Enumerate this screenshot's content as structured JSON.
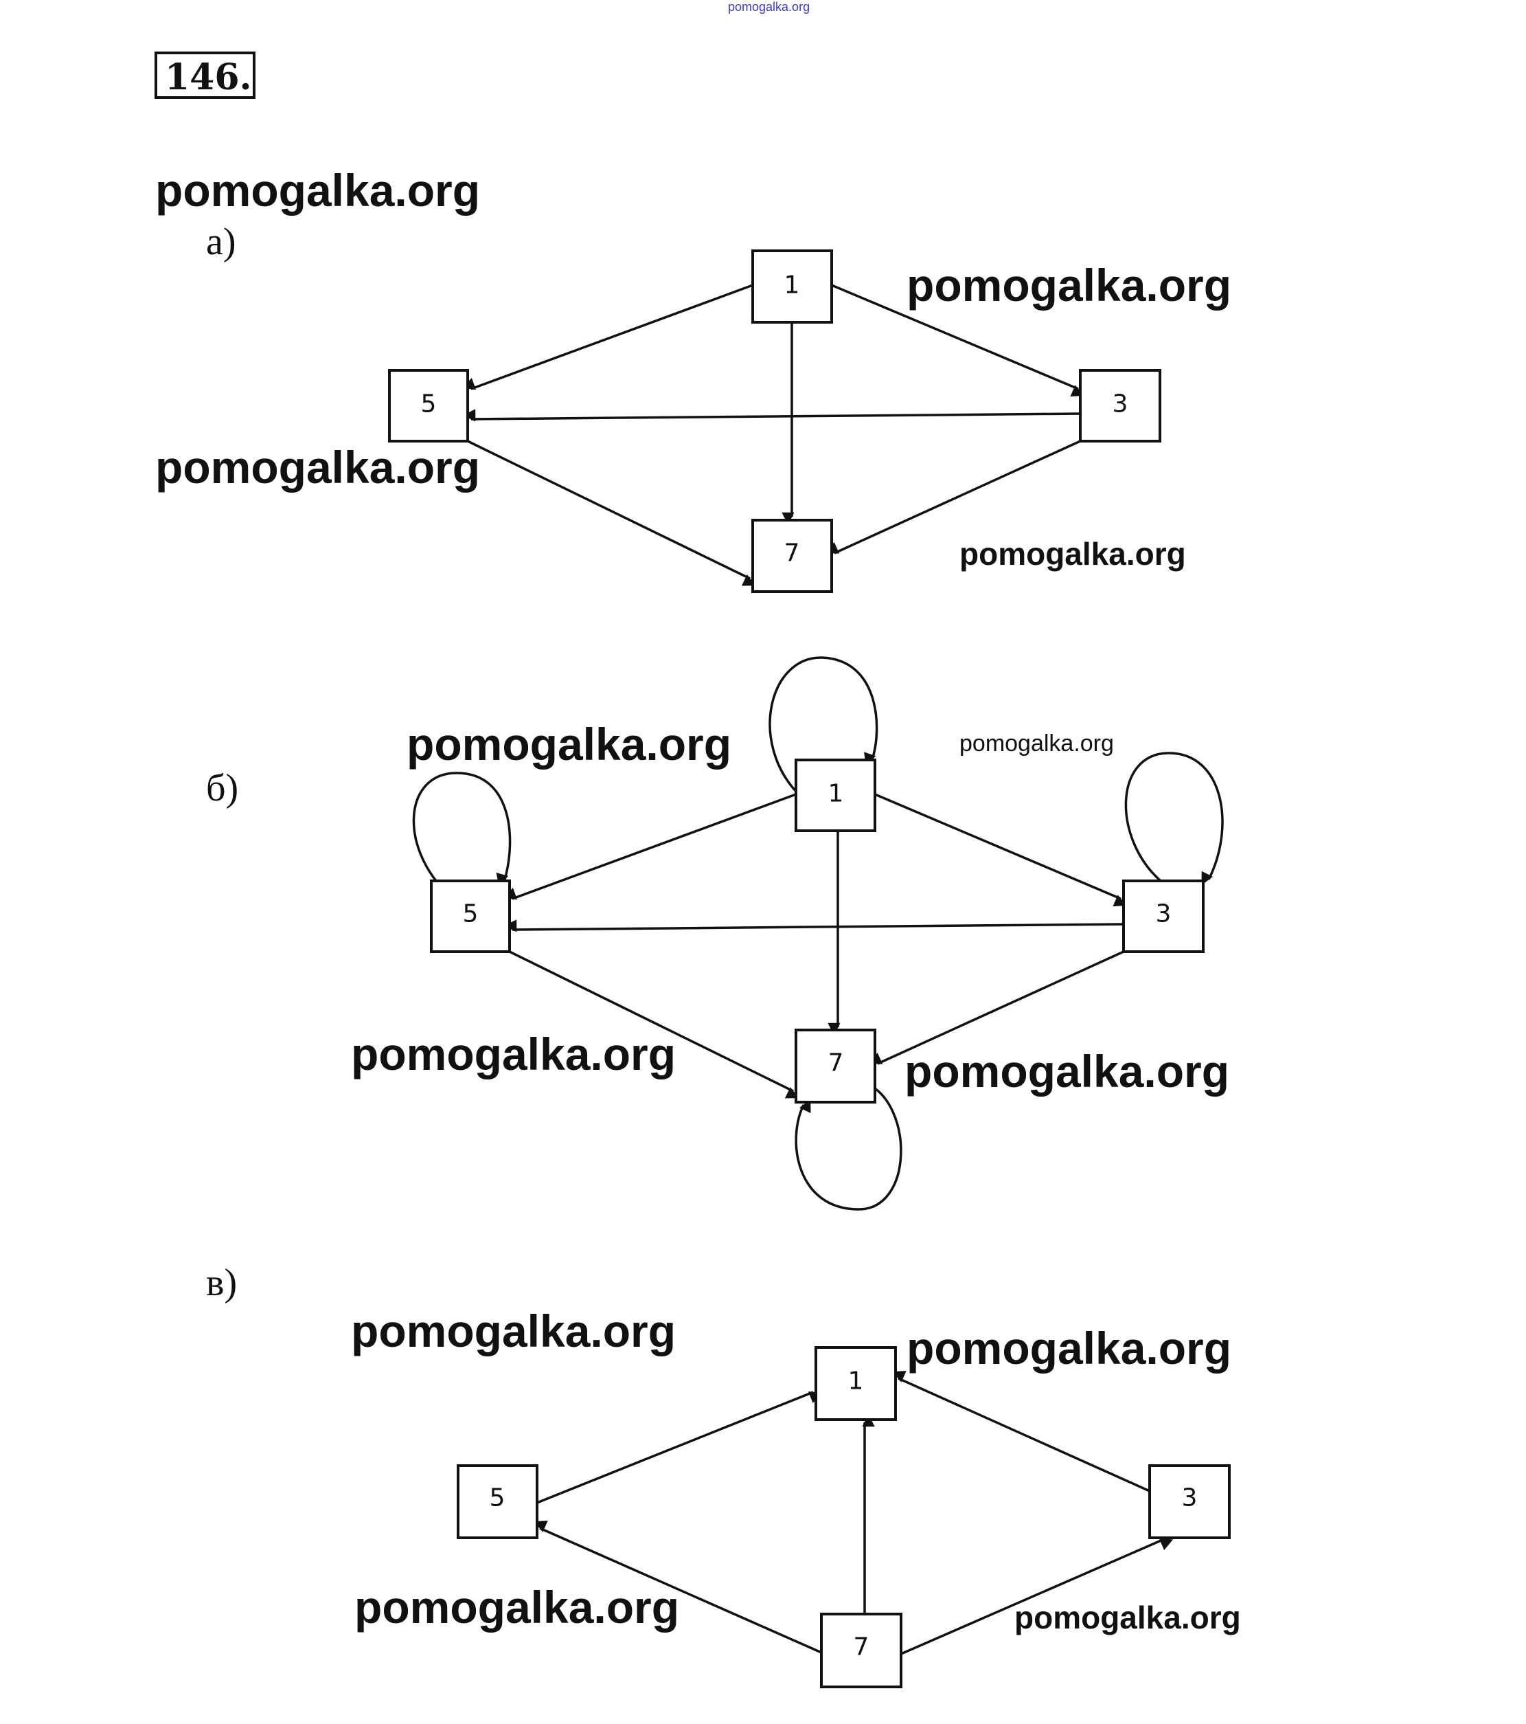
{
  "header": {
    "site_watermark_top": "pomogalka.org",
    "problem_number": "146."
  },
  "watermark_text": "pomogalka.org",
  "sections": [
    {
      "label": "а)",
      "nodes": [
        "1",
        "5",
        "3",
        "7"
      ],
      "edges": [
        {
          "from": "1",
          "to": "5"
        },
        {
          "from": "1",
          "to": "3"
        },
        {
          "from": "1",
          "to": "7"
        },
        {
          "from": "3",
          "to": "5"
        },
        {
          "from": "5",
          "to": "7"
        },
        {
          "from": "3",
          "to": "7"
        }
      ],
      "self_loops": []
    },
    {
      "label": "б)",
      "nodes": [
        "1",
        "5",
        "3",
        "7"
      ],
      "edges": [
        {
          "from": "1",
          "to": "5"
        },
        {
          "from": "1",
          "to": "3"
        },
        {
          "from": "1",
          "to": "7"
        },
        {
          "from": "3",
          "to": "5"
        },
        {
          "from": "5",
          "to": "7"
        },
        {
          "from": "3",
          "to": "7"
        }
      ],
      "self_loops": [
        "1",
        "5",
        "3",
        "7"
      ]
    },
    {
      "label": "в)",
      "nodes": [
        "1",
        "5",
        "3",
        "7"
      ],
      "edges": [
        {
          "from": "5",
          "to": "1"
        },
        {
          "from": "3",
          "to": "1"
        },
        {
          "from": "7",
          "to": "1"
        },
        {
          "from": "7",
          "to": "5"
        },
        {
          "from": "7",
          "to": "3"
        }
      ],
      "self_loops": []
    }
  ]
}
